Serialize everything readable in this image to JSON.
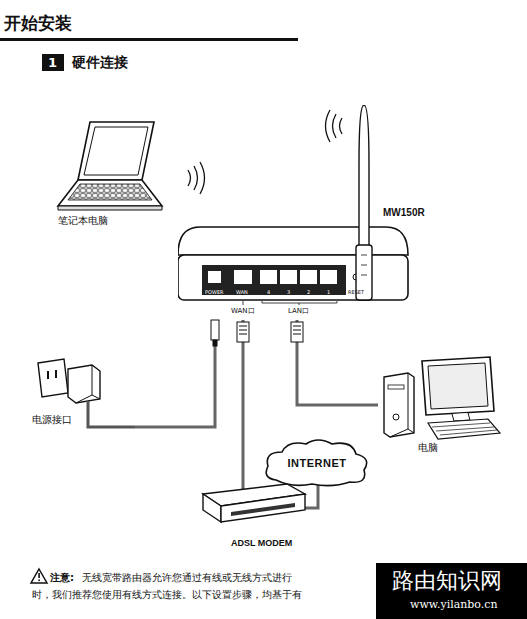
{
  "diagram": {
    "nodes": [
      {
        "text": [
          "1"
        ]
      },
      {
        "text": [
          "笔记本电脑"
        ]
      },
      {
        "text": [
          "MW150R"
        ]
      },
      {
        "text": [
          "电源接口"
        ]
      },
      {
        "text": [
          "电脑"
        ]
      },
      {
        "text": [
          "INTERNET"
        ]
      },
      {
        "text": [
          "ADSL MODEM"
        ]
      }
    ],
    "edges": [
      {
        "from": 3,
        "to": 2,
        "arrow": "none"
      },
      {
        "from": 2,
        "to": 6,
        "arrow": "none"
      },
      {
        "from": 2,
        "to": 4,
        "arrow": "none"
      },
      {
        "from": 6,
        "to": 5,
        "arrow": "none"
      }
    ],
    "labels": [
      "开始安装",
      "硬件连接",
      "POWER",
      "WAN",
      "4",
      "3",
      "2",
      "1",
      "RESET",
      "WAN口",
      "LAN口",
      "注意:",
      "无线宽带路由器允许您通过有线或无线方式进行",
      "时，我们推荐您使用有线方式连接。以下设置步骤，均基于有",
      "路由知识网",
      "www.yilanbo.cn"
    ]
  }
}
